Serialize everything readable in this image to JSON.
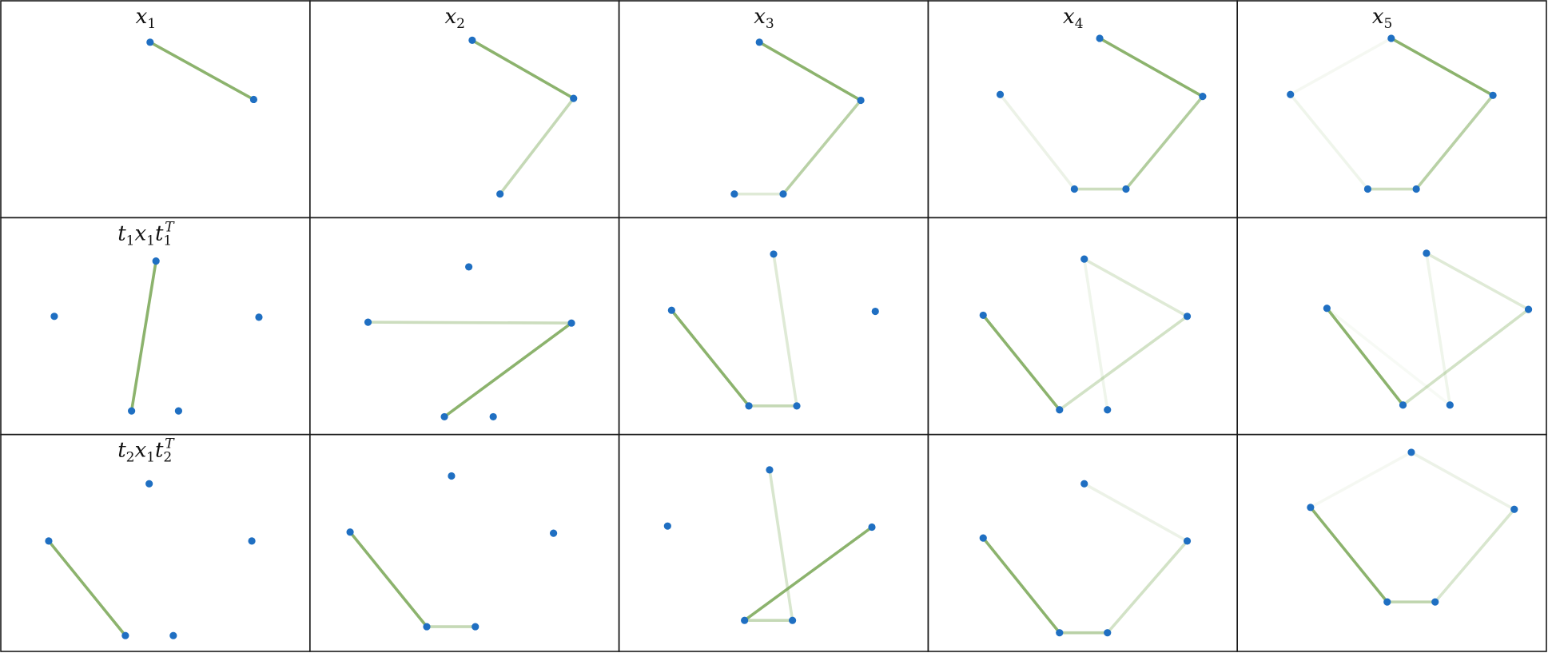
{
  "colors": {
    "node": "#1f6fc2",
    "edge": "#7fab5d",
    "border": "#1a1a1a",
    "background": "#ffffff"
  },
  "cells": [
    {
      "row": 0,
      "col": 0,
      "title": [
        {
          "t": "x"
        },
        {
          "t": "1",
          "s": "sub"
        }
      ],
      "nodes": [
        [
          0.483,
          0.191
        ],
        [
          0.818,
          0.455
        ]
      ],
      "edges": [
        [
          0,
          1,
          0.9
        ]
      ]
    },
    {
      "row": 0,
      "col": 1,
      "title": [
        {
          "t": "x"
        },
        {
          "t": "2",
          "s": "sub"
        }
      ],
      "nodes": [
        [
          0.525,
          0.182
        ],
        [
          0.853,
          0.45
        ],
        [
          0.615,
          0.891
        ]
      ],
      "edges": [
        [
          0,
          1,
          0.9
        ],
        [
          1,
          2,
          0.45
        ]
      ]
    },
    {
      "row": 0,
      "col": 2,
      "title": [
        {
          "t": "x"
        },
        {
          "t": "3",
          "s": "sub"
        }
      ],
      "nodes": [
        [
          0.454,
          0.191
        ],
        [
          0.782,
          0.459
        ],
        [
          0.531,
          0.891
        ],
        [
          0.373,
          0.891
        ]
      ],
      "edges": [
        [
          0,
          1,
          0.9
        ],
        [
          1,
          2,
          0.55
        ],
        [
          2,
          3,
          0.25
        ]
      ]
    },
    {
      "row": 0,
      "col": 3,
      "title": [
        {
          "t": "x"
        },
        {
          "t": "4",
          "s": "sub"
        }
      ],
      "nodes": [
        [
          0.555,
          0.173
        ],
        [
          0.888,
          0.441
        ],
        [
          0.64,
          0.868
        ],
        [
          0.473,
          0.868
        ],
        [
          0.233,
          0.432
        ]
      ],
      "edges": [
        [
          0,
          1,
          0.9
        ],
        [
          1,
          2,
          0.6
        ],
        [
          2,
          3,
          0.4
        ],
        [
          3,
          4,
          0.15
        ]
      ]
    },
    {
      "row": 0,
      "col": 4,
      "title": [
        {
          "t": "x"
        },
        {
          "t": "5",
          "s": "sub"
        }
      ],
      "nodes": [
        [
          0.498,
          0.173
        ],
        [
          0.827,
          0.436
        ],
        [
          0.579,
          0.868
        ],
        [
          0.422,
          0.868
        ],
        [
          0.172,
          0.432
        ]
      ],
      "edges": [
        [
          0,
          1,
          0.9
        ],
        [
          1,
          2,
          0.55
        ],
        [
          2,
          3,
          0.4
        ],
        [
          3,
          4,
          0.12
        ],
        [
          4,
          0,
          0.08
        ]
      ]
    },
    {
      "row": 1,
      "col": 0,
      "title": [
        {
          "t": "t"
        },
        {
          "t": "1",
          "s": "sub"
        },
        {
          "t": "x"
        },
        {
          "t": "1",
          "s": "sub"
        },
        {
          "t": "t"
        },
        {
          "t": "1",
          "s": "sub"
        },
        {
          "t": "T",
          "s": "supover"
        }
      ],
      "nodes": [
        [
          0.502,
          0.2
        ],
        [
          0.835,
          0.459
        ],
        [
          0.575,
          0.891
        ],
        [
          0.423,
          0.891
        ],
        [
          0.173,
          0.455
        ]
      ],
      "edges": [
        [
          0,
          3,
          0.9
        ]
      ]
    },
    {
      "row": 1,
      "col": 1,
      "title": [],
      "nodes": [
        [
          0.514,
          0.227
        ],
        [
          0.846,
          0.486
        ],
        [
          0.593,
          0.918
        ],
        [
          0.435,
          0.918
        ],
        [
          0.188,
          0.482
        ]
      ],
      "edges": [
        [
          1,
          3,
          0.9
        ],
        [
          1,
          4,
          0.4
        ]
      ]
    },
    {
      "row": 1,
      "col": 2,
      "title": [],
      "nodes": [
        [
          0.5,
          0.168
        ],
        [
          0.829,
          0.432
        ],
        [
          0.575,
          0.868
        ],
        [
          0.42,
          0.868
        ],
        [
          0.17,
          0.427
        ]
      ],
      "edges": [
        [
          4,
          3,
          0.9
        ],
        [
          3,
          2,
          0.45
        ],
        [
          2,
          0,
          0.25
        ]
      ]
    },
    {
      "row": 1,
      "col": 3,
      "title": [],
      "nodes": [
        [
          0.505,
          0.191
        ],
        [
          0.838,
          0.455
        ],
        [
          0.58,
          0.886
        ],
        [
          0.425,
          0.886
        ],
        [
          0.178,
          0.45
        ]
      ],
      "edges": [
        [
          4,
          3,
          0.9
        ],
        [
          3,
          1,
          0.35
        ],
        [
          1,
          0,
          0.25
        ],
        [
          0,
          2,
          0.12
        ]
      ]
    },
    {
      "row": 1,
      "col": 4,
      "title": [],
      "nodes": [
        [
          0.612,
          0.164
        ],
        [
          0.942,
          0.423
        ],
        [
          0.688,
          0.864
        ],
        [
          0.536,
          0.864
        ],
        [
          0.29,
          0.418
        ]
      ],
      "edges": [
        [
          4,
          3,
          0.9
        ],
        [
          3,
          1,
          0.35
        ],
        [
          1,
          0,
          0.25
        ],
        [
          0,
          2,
          0.12
        ],
        [
          2,
          4,
          0.06
        ]
      ]
    },
    {
      "row": 2,
      "col": 0,
      "title": [
        {
          "t": "t"
        },
        {
          "t": "2",
          "s": "sub"
        },
        {
          "t": "x"
        },
        {
          "t": "1",
          "s": "sub"
        },
        {
          "t": "t"
        },
        {
          "t": "2",
          "s": "sub"
        },
        {
          "t": "T",
          "s": "supover"
        }
      ],
      "nodes": [
        [
          0.48,
          0.227
        ],
        [
          0.812,
          0.491
        ],
        [
          0.558,
          0.927
        ],
        [
          0.403,
          0.927
        ],
        [
          0.155,
          0.491
        ]
      ],
      "edges": [
        [
          4,
          3,
          0.9
        ]
      ]
    },
    {
      "row": 2,
      "col": 1,
      "title": [],
      "nodes": [
        [
          0.458,
          0.191
        ],
        [
          0.788,
          0.455
        ],
        [
          0.535,
          0.886
        ],
        [
          0.378,
          0.886
        ],
        [
          0.13,
          0.45
        ]
      ],
      "edges": [
        [
          4,
          3,
          0.9
        ],
        [
          3,
          2,
          0.45
        ]
      ]
    },
    {
      "row": 2,
      "col": 2,
      "title": [],
      "nodes": [
        [
          0.487,
          0.163
        ],
        [
          0.818,
          0.427
        ],
        [
          0.561,
          0.857
        ],
        [
          0.406,
          0.857
        ],
        [
          0.157,
          0.422
        ]
      ],
      "edges": [
        [
          1,
          3,
          0.9
        ],
        [
          3,
          2,
          0.45
        ],
        [
          2,
          0,
          0.3
        ]
      ]
    },
    {
      "row": 2,
      "col": 3,
      "title": [],
      "nodes": [
        [
          0.505,
          0.227
        ],
        [
          0.838,
          0.491
        ],
        [
          0.58,
          0.914
        ],
        [
          0.425,
          0.914
        ],
        [
          0.178,
          0.477
        ]
      ],
      "edges": [
        [
          4,
          3,
          0.9
        ],
        [
          3,
          2,
          0.55
        ],
        [
          2,
          1,
          0.35
        ],
        [
          1,
          0,
          0.15
        ]
      ]
    },
    {
      "row": 2,
      "col": 4,
      "title": [],
      "nodes": [
        [
          0.563,
          0.082
        ],
        [
          0.896,
          0.345
        ],
        [
          0.64,
          0.772
        ],
        [
          0.485,
          0.772
        ],
        [
          0.237,
          0.336
        ]
      ],
      "edges": [
        [
          4,
          3,
          0.9
        ],
        [
          3,
          2,
          0.5
        ],
        [
          2,
          1,
          0.3
        ],
        [
          1,
          0,
          0.15
        ],
        [
          0,
          4,
          0.08
        ]
      ]
    }
  ]
}
